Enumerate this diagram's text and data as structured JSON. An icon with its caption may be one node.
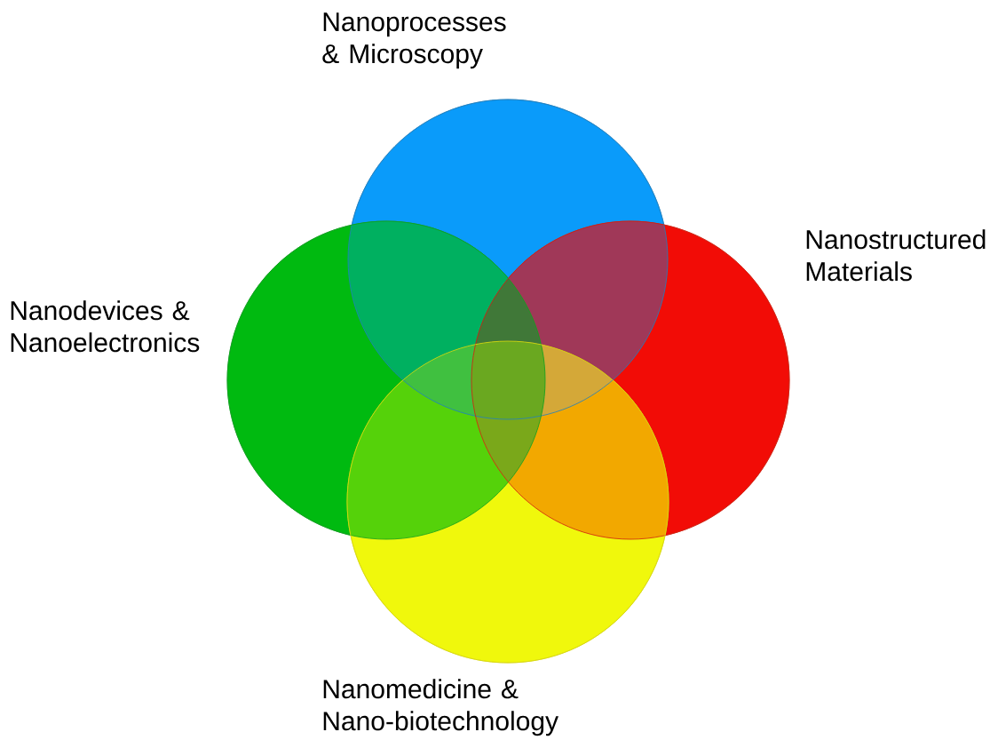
{
  "diagram": {
    "nodes": [
      {
        "text": [
          "Nanoprocesses & Microscopy"
        ]
      },
      {
        "text": [
          "Nanodevices & Nanoelectronics"
        ]
      },
      {
        "text": [
          "Nanostructured Materials"
        ]
      },
      {
        "text": [
          "Nanomedicine & Nano-biotechnology"
        ]
      }
    ]
  }
}
